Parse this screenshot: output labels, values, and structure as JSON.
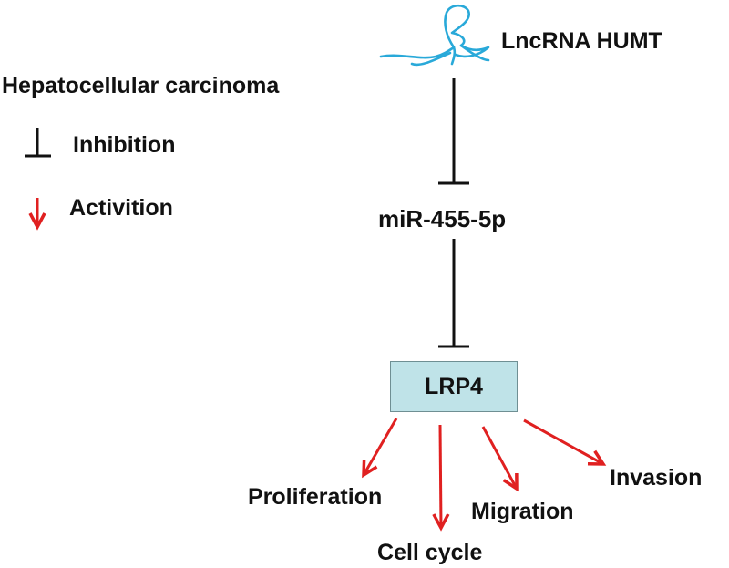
{
  "legend": {
    "title": "Hepatocellular carcinoma",
    "inhibition_label": "Inhibition",
    "activation_label": "Activition"
  },
  "nodes": {
    "lncrna": "LncRNA HUMT",
    "mirna": "miR-455-5p",
    "lrp4": "LRP4"
  },
  "outcomes": {
    "proliferation": "Proliferation",
    "cell_cycle": "Cell cycle",
    "migration": "Migration",
    "invasion": "Invasion"
  },
  "colors": {
    "inhibition_arrow": "#111111",
    "activation_arrow": "#e02020",
    "rna_strand": "#29a9d9",
    "lrp4_box_fill": "#bfe3e8"
  },
  "icons": {
    "lncrna": "rna-strand-icon",
    "inhibition": "inhibition-tbar-icon",
    "activation": "activation-arrow-icon"
  }
}
